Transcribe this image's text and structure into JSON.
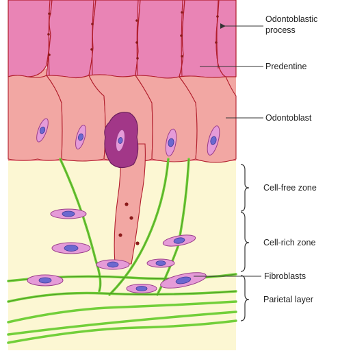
{
  "labels": {
    "odontoblastic_process_line1": "Odontoblastic",
    "odontoblastic_process_line2": "process",
    "predentine": "Predentine",
    "odontoblast": "Odontoblast",
    "cell_free_zone": "Cell-free zone",
    "cell_rich_zone": "Cell-rich zone",
    "fibroblasts": "Fibroblasts",
    "parietal_layer": "Parietal layer"
  },
  "colors": {
    "predentine_pink": "#e984b5",
    "odontoblast_salmon": "#f2a7a3",
    "pulp_cream": "#fcf7d3",
    "fiber_green": "#72cf3a",
    "outline_red": "#b11e2c",
    "fibroblast_pink": "#e59bd8",
    "nucleus_blue": "#6b68cf",
    "dark_cell_purple": "#a23788"
  },
  "icons": {
    "bracket": "curly-brace-right"
  }
}
